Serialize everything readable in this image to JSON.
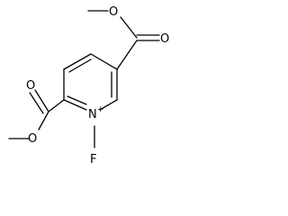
{
  "molecule": {
    "atoms": {
      "nitrogen": "N",
      "nitrogen_charge": "+",
      "fluorine": "F",
      "ester_right_carbonyl_oxygen": "O",
      "ester_right_ether_oxygen": "O",
      "ester_left_carbonyl_oxygen": "O",
      "ester_left_ether_oxygen": "O"
    }
  }
}
